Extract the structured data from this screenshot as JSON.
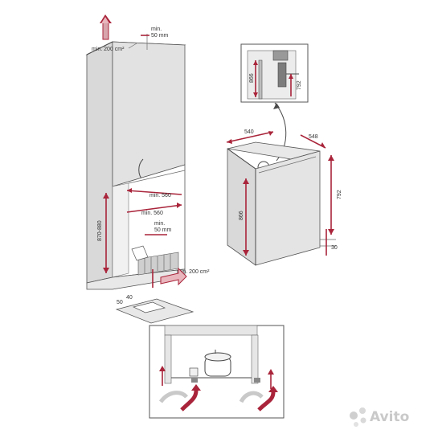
{
  "labels": {
    "vent_top": "min. 200 cm²",
    "gap_top": "min.\n50 mm",
    "niche_width_1": "min. 560",
    "niche_width_2": "min. 560",
    "niche_height": "870-880",
    "gap_rear": "min.\n50 mm",
    "vent_bottom": "min. 200 cm²",
    "detail_height_866": "866",
    "detail_height_792": "792",
    "fridge_width": "540",
    "fridge_depth": "548",
    "fridge_height_866": "866",
    "fridge_height_792": "792",
    "fridge_offset": "30",
    "base_dim_a": "50",
    "base_dim_b": "40"
  },
  "watermark": "Avito",
  "colors": {
    "accent": "#a9243a",
    "line": "#4a4a4a",
    "panel": "#e8e8e8"
  }
}
